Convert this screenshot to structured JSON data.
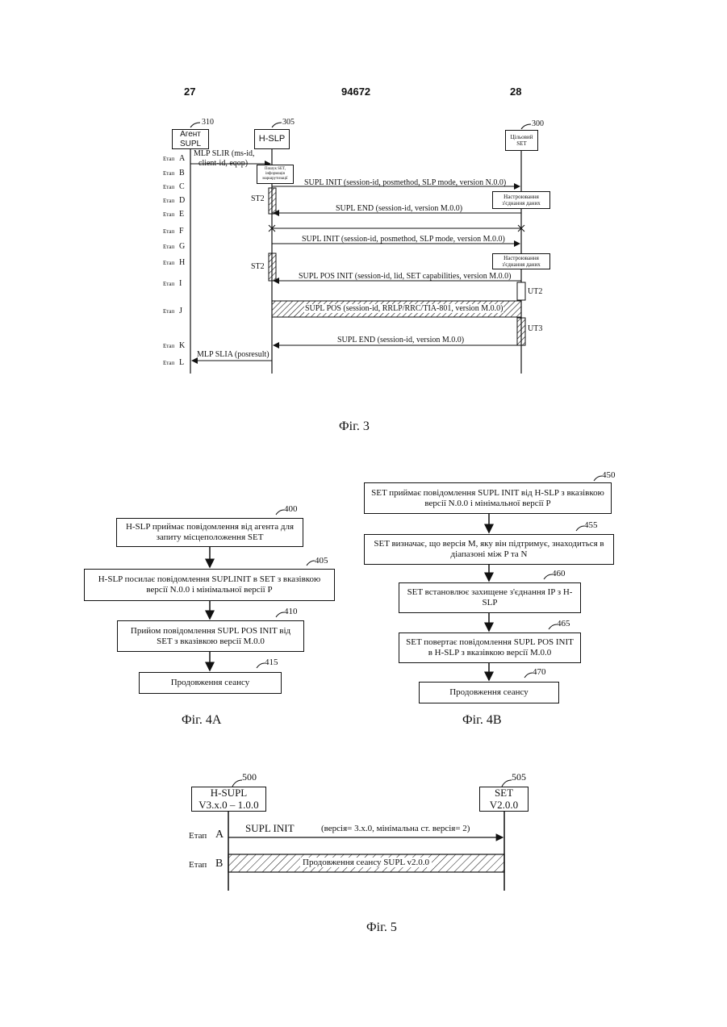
{
  "header": {
    "left_page": "27",
    "center_number": "94672",
    "right_page": "28"
  },
  "fig3": {
    "entities": [
      {
        "ref": "310",
        "label": "Агент SUPL"
      },
      {
        "ref": "305",
        "label": "H-SLP"
      },
      {
        "ref": "300",
        "label": "Цільовий SET"
      }
    ],
    "stage_word": "Етап",
    "stages": [
      "A",
      "B",
      "C",
      "D",
      "E",
      "F",
      "G",
      "H",
      "I",
      "J",
      "K",
      "L"
    ],
    "messages": {
      "A1": "MLP SLIR (ms-id,",
      "A2": "client-id, eqop)",
      "B": "Пошук SET, інформація маршрутизації",
      "C": "SUPL INIT (session-id, posmethod, SLP mode, version N.0.0)",
      "D": "Настроювання з'єднання даних",
      "E": "SUPL END (session-id, version M.0.0)",
      "G": "SUPL INIT (session-id, posmethod, SLP mode, version M.0.0)",
      "H": "Настроювання з'єднання даних",
      "I": "SUPL POS INIT (session-id, lid, SET capabilities, version M.0.0)",
      "J": "SUPL POS (session-id, RRLP/RRC/TIA-801, version M.0.0)",
      "K": "SUPL END (session-id, version M.0.0)",
      "L": "MLP SLIA (posresult)"
    },
    "timers": {
      "st2_a": "ST2",
      "st2_b": "ST2",
      "ut2": "UT2",
      "ut3": "UT3"
    },
    "caption": "Фіг. 3"
  },
  "fig4a": {
    "steps": [
      {
        "ref": "400",
        "text": "H-SLP приймає повідомлення від агента для запиту місцеположення SET"
      },
      {
        "ref": "405",
        "text": "H-SLP посилає повідомлення SUPLINIT в SET з вказівкою версії N.0.0 і мінімальної версії P"
      },
      {
        "ref": "410",
        "text": "Прийом повідомлення SUPL POS INIT від SET з вказівкою версії M.0.0"
      },
      {
        "ref": "415",
        "text": "Продовження сеансу"
      }
    ],
    "caption": "Фіг. 4А"
  },
  "fig4b": {
    "steps": [
      {
        "ref": "450",
        "text": "SET приймає повідомлення SUPL INIT від H-SLP з вказівкою версії N.0.0 і мінімальної версії P"
      },
      {
        "ref": "455",
        "text": "SET визначає, що версія M, яку він підтримує, знаходиться в діапазоні між P та N"
      },
      {
        "ref": "460",
        "text": "SET встановлює захищене з'єднання IP з H-SLP"
      },
      {
        "ref": "465",
        "text": "SET повертає повідомлення SUPL POS INIT в H-SLP з вказівкою версії M.0.0"
      },
      {
        "ref": "470",
        "text": "Продовження сеансу"
      }
    ],
    "caption": "Фіг. 4В"
  },
  "fig5": {
    "left": {
      "ref": "500",
      "line1": "H-SUPL",
      "line2": "V3.x.0 – 1.0.0"
    },
    "right": {
      "ref": "505",
      "line1": "SET",
      "line2": "V2.0.0"
    },
    "stage_word": "Етап",
    "stages": [
      "A",
      "B"
    ],
    "msg_a": "SUPL INIT",
    "msg_a_params": "(версія= 3.x.0, мінімальна ст. версія= 2)",
    "msg_b": "Продовження сеансу SUPL v2.0.0",
    "caption": "Фіг. 5"
  }
}
